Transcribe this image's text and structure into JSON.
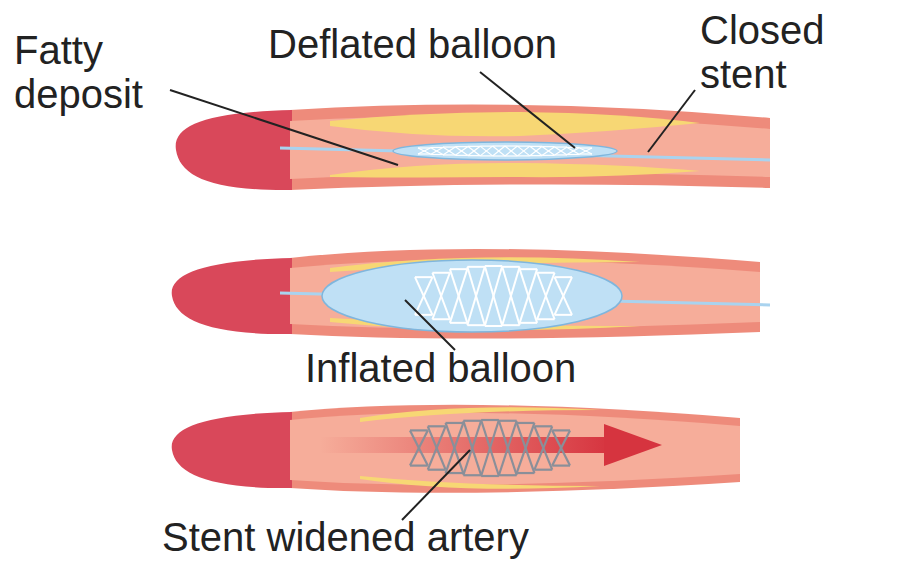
{
  "diagram": {
    "labels": [
      "Fatty deposit",
      "Deflated balloon",
      "Closed stent",
      "Inflated balloon",
      "Stent widened artery"
    ]
  }
}
